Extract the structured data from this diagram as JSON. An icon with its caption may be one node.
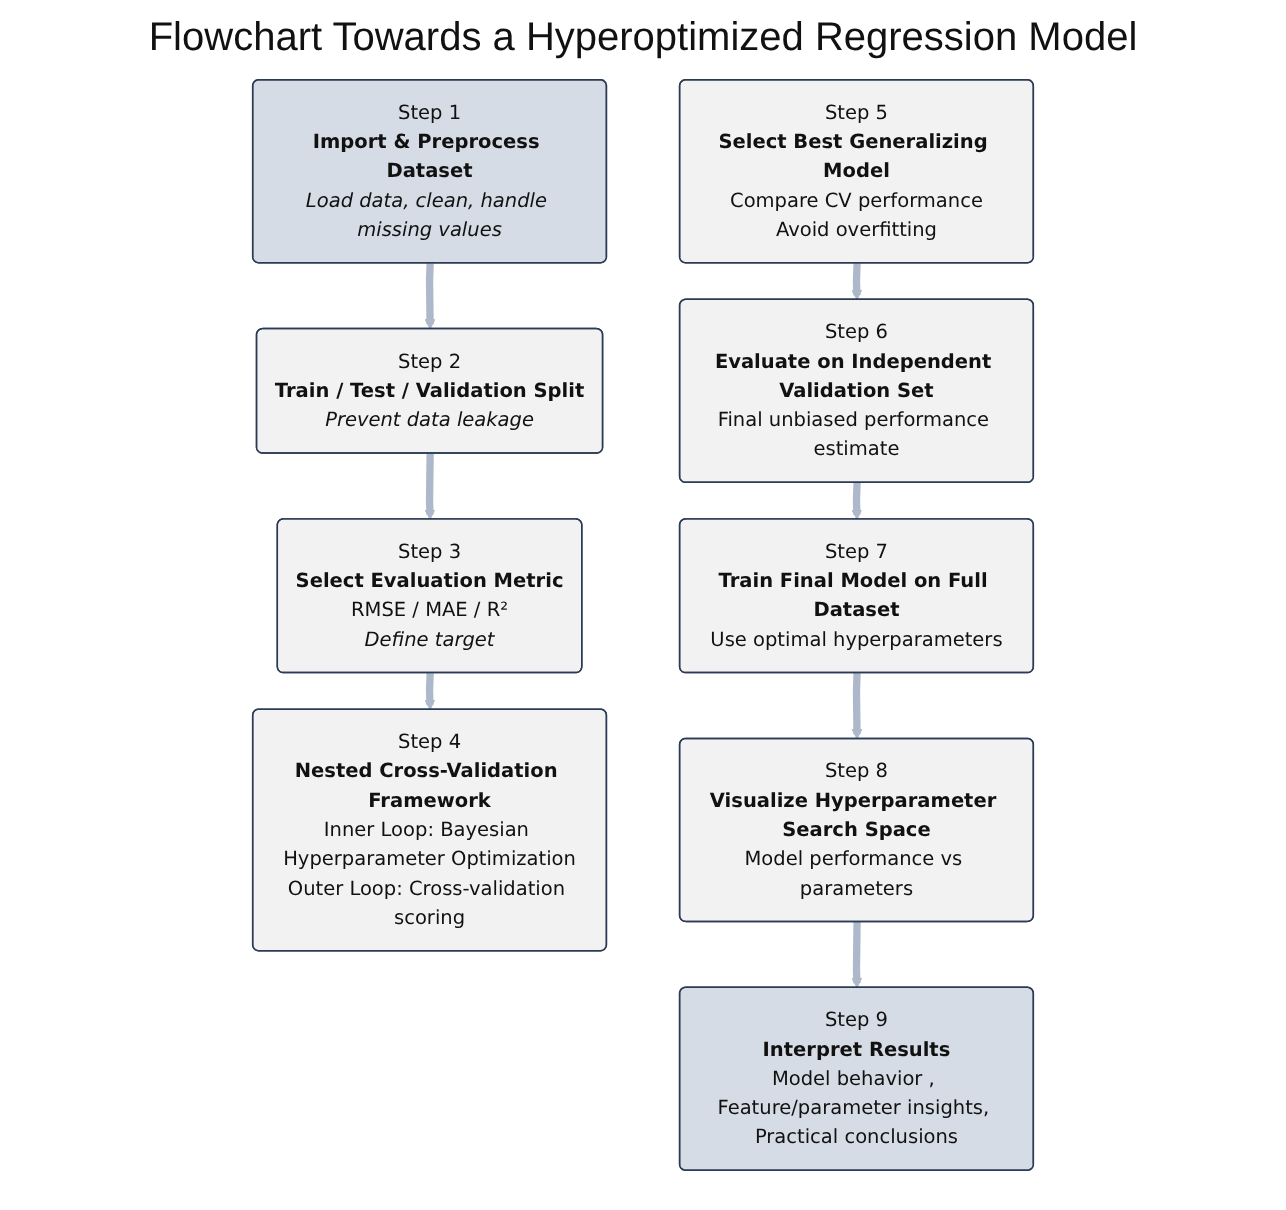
{
  "diagram": {
    "title": "Flowchart Towards a Hyperoptimized Regression Model",
    "nodes": [
      {
        "text": [
          "Step 1",
          "Import & Preprocess Dataset",
          "Load data, clean, handle missing values"
        ]
      },
      {
        "text": [
          "Step 2",
          "Train / Test / Validation Split",
          "Prevent data leakage"
        ]
      },
      {
        "text": [
          "Step 3",
          "Select Evaluation Metric",
          "RMSE / MAE / R²",
          "Define target"
        ]
      },
      {
        "text": [
          "Step 4",
          "Nested Cross-Validation Framework",
          "Inner Loop: Bayesian Hyperparameter Optimization",
          "Outer Loop: Cross-validation scoring"
        ]
      },
      {
        "text": [
          "Step 5",
          "Select Best Generalizing Model",
          "Compare CV performance",
          "Avoid overfitting"
        ]
      },
      {
        "text": [
          "Step 6",
          "Evaluate on Independent Validation Set",
          "Final unbiased performance estimate"
        ]
      },
      {
        "text": [
          "Step 7",
          "Train Final Model on Full Dataset",
          "Use optimal hyperparameters"
        ]
      },
      {
        "text": [
          "Step 8",
          "Visualize Hyperparameter Search Space",
          "Model performance vs parameters"
        ]
      },
      {
        "text": [
          "Step 9",
          "Interpret Results",
          "Model behavior , Feature/parameter insights, Practical conclusions"
        ]
      }
    ],
    "edges": [
      {
        "from": 0,
        "to": 1,
        "arrow": "to"
      },
      {
        "from": 1,
        "to": 2,
        "arrow": "to"
      },
      {
        "from": 2,
        "to": 3,
        "arrow": "to"
      },
      {
        "from": 4,
        "to": 5,
        "arrow": "to"
      },
      {
        "from": 5,
        "to": 6,
        "arrow": "to"
      },
      {
        "from": 6,
        "to": 7,
        "arrow": "to"
      },
      {
        "from": 7,
        "to": 8,
        "arrow": "to"
      }
    ]
  }
}
